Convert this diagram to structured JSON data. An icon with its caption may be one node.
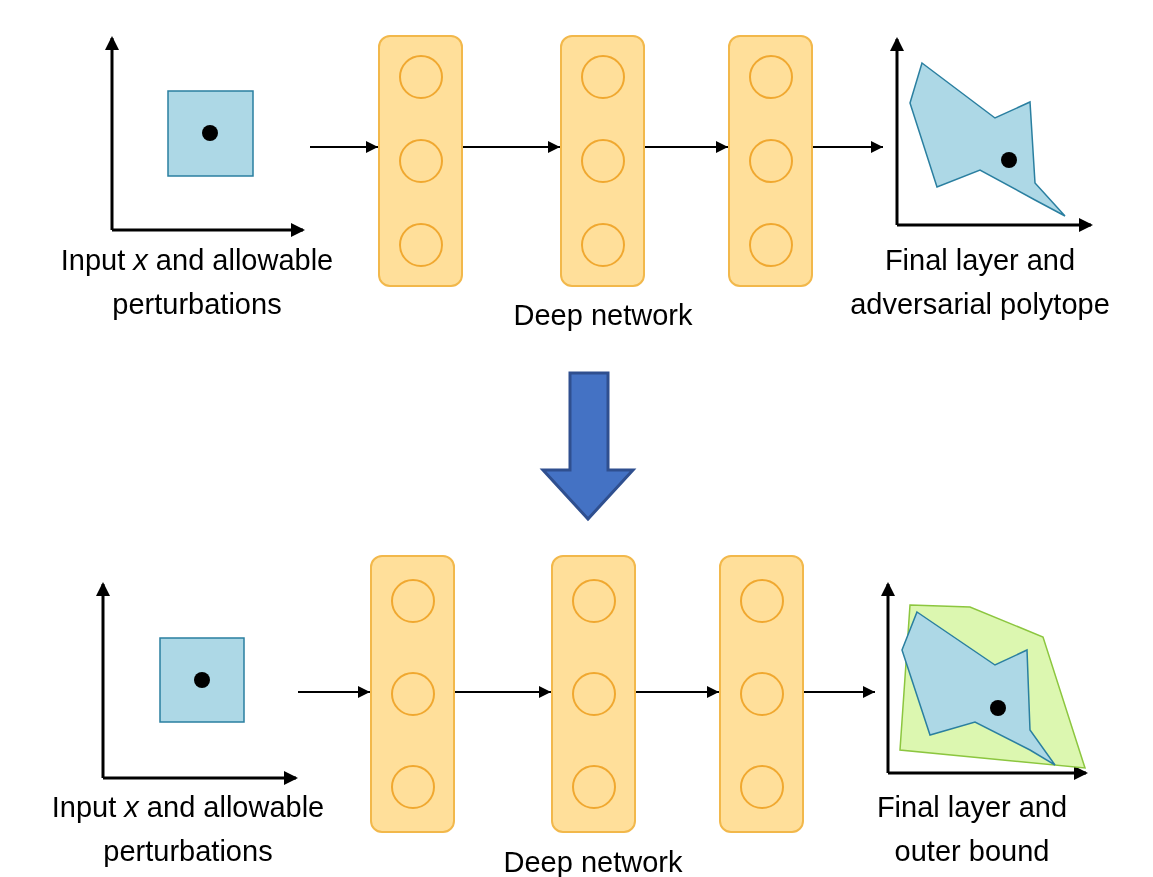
{
  "diagram": {
    "nodes": [
      {
        "text": [],
        "shape": "picture",
        "beside": [
          "Input *x* and allowable perturbations"
        ]
      },
      {
        "text": [],
        "shape": "bar"
      },
      {
        "text": [],
        "shape": "circle",
        "in": 1
      },
      {
        "text": [],
        "shape": "circle",
        "in": 1
      },
      {
        "text": [],
        "shape": "circle",
        "in": 1
      },
      {
        "text": [],
        "shape": "bar",
        "beside": [
          "Deep network"
        ]
      },
      {
        "text": [],
        "shape": "circle",
        "in": 5
      },
      {
        "text": [],
        "shape": "circle",
        "in": 5
      },
      {
        "text": [],
        "shape": "circle",
        "in": 5
      },
      {
        "text": [],
        "shape": "bar"
      },
      {
        "text": [],
        "shape": "circle",
        "in": 9
      },
      {
        "text": [],
        "shape": "circle",
        "in": 9
      },
      {
        "text": [],
        "shape": "circle",
        "in": 9
      },
      {
        "text": [],
        "shape": "picture",
        "beside": [
          "Final layer and adversarial polytope"
        ]
      },
      {
        "text": [],
        "shape": "picture",
        "beside": [
          "Input *x* and allowable perturbations"
        ]
      },
      {
        "text": [],
        "shape": "bar"
      },
      {
        "text": [],
        "shape": "circle",
        "in": 15
      },
      {
        "text": [],
        "shape": "circle",
        "in": 15
      },
      {
        "text": [],
        "shape": "circle",
        "in": 15
      },
      {
        "text": [],
        "shape": "bar",
        "beside": [
          "Deep network"
        ]
      },
      {
        "text": [],
        "shape": "circle",
        "in": 19
      },
      {
        "text": [],
        "shape": "circle",
        "in": 19
      },
      {
        "text": [],
        "shape": "circle",
        "in": 19
      },
      {
        "text": [],
        "shape": "bar"
      },
      {
        "text": [],
        "shape": "circle",
        "in": 23
      },
      {
        "text": [],
        "shape": "circle",
        "in": 23
      },
      {
        "text": [],
        "shape": "circle",
        "in": 23
      },
      {
        "text": [],
        "shape": "picture",
        "beside": [
          "Final layer and outer bound"
        ]
      }
    ],
    "edges": [
      {
        "from": 0,
        "to": 1,
        "arrow": "to"
      },
      {
        "from": 1,
        "to": 5,
        "arrow": "to"
      },
      {
        "from": 5,
        "to": 9,
        "arrow": "to"
      },
      {
        "from": 9,
        "to": 13,
        "arrow": "to"
      },
      {
        "from": 14,
        "to": 15,
        "arrow": "to"
      },
      {
        "from": 15,
        "to": 19,
        "arrow": "to"
      },
      {
        "from": 19,
        "to": 23,
        "arrow": "to"
      },
      {
        "from": 23,
        "to": 27,
        "arrow": "to"
      }
    ]
  }
}
